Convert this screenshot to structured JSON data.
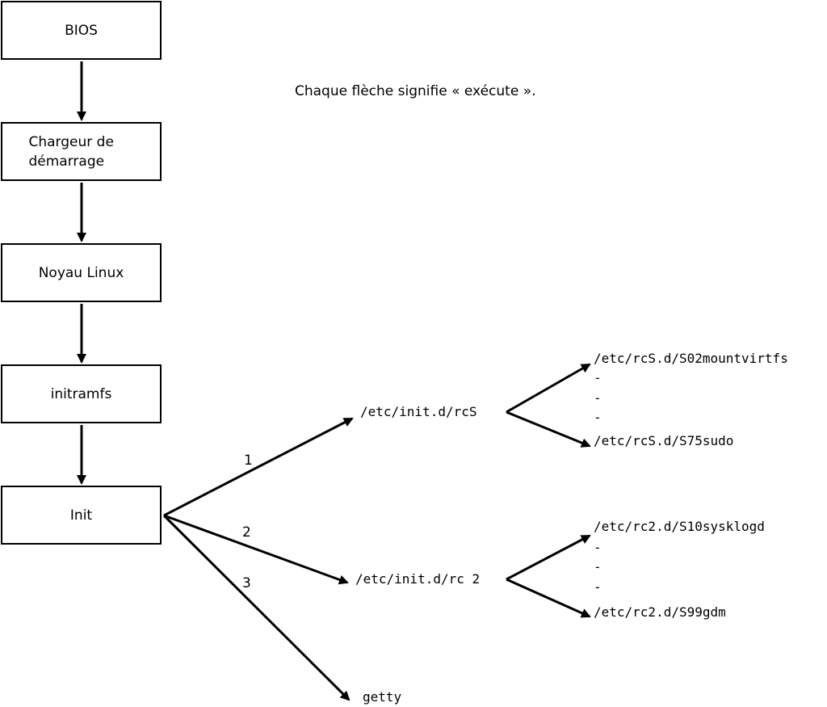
{
  "note": "Chaque flèche signifie « exécute ».",
  "boxes": {
    "bios": "BIOS",
    "bootloader": "Chargeur de démarrage",
    "kernel": "Noyau Linux",
    "initramfs": "initramfs",
    "init": "Init"
  },
  "branches": {
    "label_1": "1",
    "label_2": "2",
    "label_3": "3",
    "rcS": "/etc/init.d/rcS",
    "rc2": "/etc/init.d/rc 2",
    "getty": "getty"
  },
  "rcS_scripts": {
    "first": "/etc/rcS.d/S02mountvirtfs",
    "last": "/etc/rcS.d/S75sudo",
    "ellipsis": "-"
  },
  "rc2_scripts": {
    "first": "/etc/rc2.d/S10sysklogd",
    "last": "/etc/rc2.d/S99gdm",
    "ellipsis": "-"
  }
}
